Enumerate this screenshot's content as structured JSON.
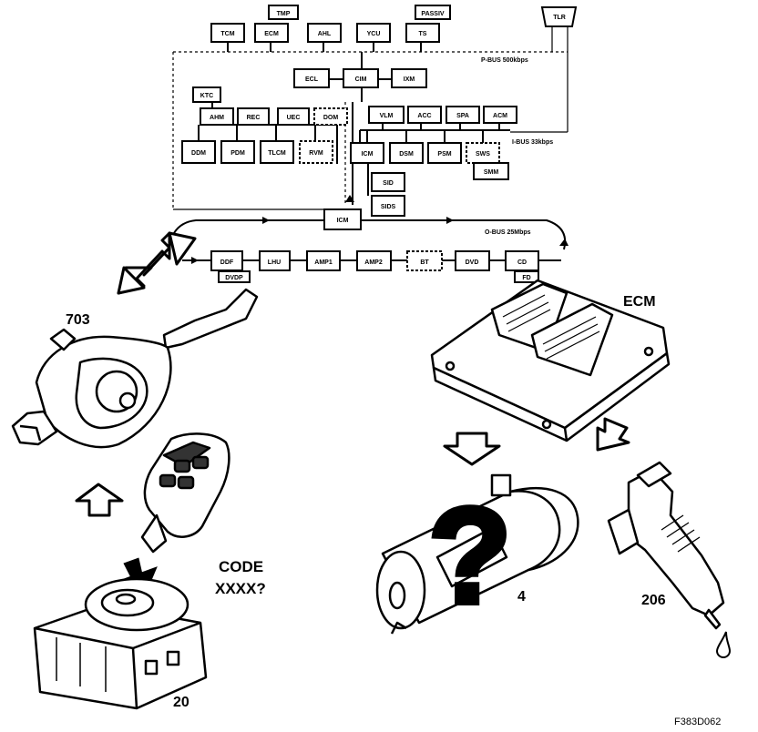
{
  "network": {
    "pbus_label": "P-BUS 500kbps",
    "ibus_label": "I-BUS 33kbps",
    "obus_label": "O-BUS 25Mbps",
    "modules": {
      "tcm": "TCM",
      "ecm_top": "ECM",
      "ahl": "AHL",
      "ycu": "YCU",
      "ts": "TS",
      "tmp": "TMP",
      "drvsp": "PASSIV",
      "tlr": "TLR",
      "ecl": "ECL",
      "cim": "CIM",
      "ixm": "IXM",
      "ktc": "KTC",
      "ahm": "AHM",
      "rec": "REC",
      "uec": "UEC",
      "dom": "DOM",
      "vlm": "VLM",
      "acc": "ACC",
      "spa": "SPA",
      "acm": "ACM",
      "ddm": "DDM",
      "pdm": "PDM",
      "tlcm": "TLCM",
      "rvm": "RVM",
      "icm_ibus": "ICM",
      "dsm": "DSM",
      "psm": "PSM",
      "sws": "SWS",
      "smm": "SMM",
      "sid": "SID",
      "sids": "SIDS",
      "icm_hub": "ICM",
      "ddf": "DDF",
      "dvdp": "DVDP",
      "lhu": "LHU",
      "amp1": "AMP1",
      "amp2": "AMP2",
      "bt": "BT",
      "dvd": "DVD",
      "cd": "CD",
      "fd": "FD"
    }
  },
  "labels": {
    "ecm": "ECM",
    "code_line1": "CODE",
    "code_line2": "XXXX?",
    "n703": "703",
    "n20": "20",
    "n4": "4",
    "n206": "206",
    "question": "?",
    "figure_ref": "F383D062"
  }
}
